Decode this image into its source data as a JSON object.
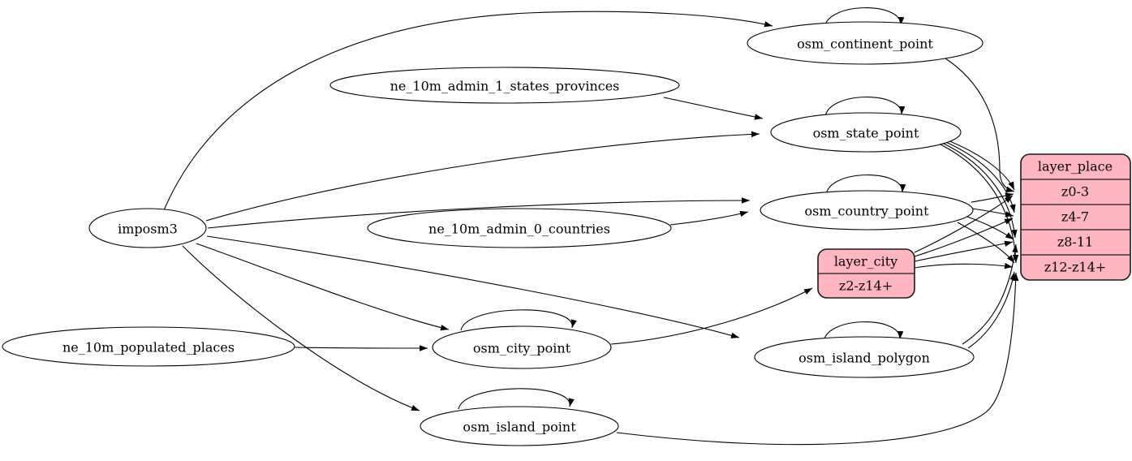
{
  "colors": {
    "background": "#ffffff",
    "node_fill": "#ffffff",
    "node_stroke": "#000000",
    "edge": "#000000",
    "record_fill": "#ffb6c1"
  },
  "nodes": {
    "imposm3": {
      "label": "imposm3"
    },
    "ne_10m_admin_1_states_provinces": {
      "label": "ne_10m_admin_1_states_provinces"
    },
    "ne_10m_admin_0_countries": {
      "label": "ne_10m_admin_0_countries"
    },
    "ne_10m_populated_places": {
      "label": "ne_10m_populated_places"
    },
    "osm_continent_point": {
      "label": "osm_continent_point"
    },
    "osm_state_point": {
      "label": "osm_state_point"
    },
    "osm_country_point": {
      "label": "osm_country_point"
    },
    "osm_city_point": {
      "label": "osm_city_point"
    },
    "osm_island_polygon": {
      "label": "osm_island_polygon"
    },
    "osm_island_point": {
      "label": "osm_island_point"
    }
  },
  "records": {
    "layer_city": {
      "title": "layer_city",
      "rows": [
        "z2-z14+"
      ]
    },
    "layer_place": {
      "title": "layer_place",
      "rows": [
        "z0-3",
        "z4-7",
        "z8-11",
        "z12-z14+"
      ]
    }
  },
  "edges": [
    {
      "from": "imposm3",
      "to": "osm_continent_point"
    },
    {
      "from": "imposm3",
      "to": "osm_state_point"
    },
    {
      "from": "imposm3",
      "to": "osm_country_point"
    },
    {
      "from": "imposm3",
      "to": "osm_city_point"
    },
    {
      "from": "imposm3",
      "to": "osm_island_polygon"
    },
    {
      "from": "imposm3",
      "to": "osm_island_point"
    },
    {
      "from": "ne_10m_admin_1_states_provinces",
      "to": "osm_state_point"
    },
    {
      "from": "ne_10m_admin_0_countries",
      "to": "osm_country_point"
    },
    {
      "from": "ne_10m_populated_places",
      "to": "osm_city_point"
    },
    {
      "from": "osm_continent_point",
      "to": "osm_continent_point",
      "type": "self-loop"
    },
    {
      "from": "osm_state_point",
      "to": "osm_state_point",
      "type": "self-loop"
    },
    {
      "from": "osm_country_point",
      "to": "osm_country_point",
      "type": "self-loop"
    },
    {
      "from": "osm_city_point",
      "to": "osm_city_point",
      "type": "self-loop"
    },
    {
      "from": "osm_island_polygon",
      "to": "osm_island_polygon",
      "type": "self-loop"
    },
    {
      "from": "osm_island_point",
      "to": "osm_island_point",
      "type": "self-loop"
    },
    {
      "from": "osm_continent_point",
      "to": "layer_place",
      "to_port": "z0-3"
    },
    {
      "from": "osm_state_point",
      "to": "layer_place",
      "to_port": "z0-3"
    },
    {
      "from": "osm_state_point",
      "to": "layer_place",
      "to_port": "z4-7"
    },
    {
      "from": "osm_state_point",
      "to": "layer_place",
      "to_port": "z8-11"
    },
    {
      "from": "osm_state_point",
      "to": "layer_place",
      "to_port": "z12-z14+"
    },
    {
      "from": "osm_country_point",
      "to": "layer_place",
      "to_port": "z0-3"
    },
    {
      "from": "osm_country_point",
      "to": "layer_place",
      "to_port": "z4-7"
    },
    {
      "from": "osm_country_point",
      "to": "layer_place",
      "to_port": "z8-11"
    },
    {
      "from": "osm_country_point",
      "to": "layer_place",
      "to_port": "z12-z14+"
    },
    {
      "from": "osm_city_point",
      "to": "layer_city",
      "to_port": "z2-z14+"
    },
    {
      "from": "layer_city",
      "to": "layer_place",
      "to_port": "z0-3"
    },
    {
      "from": "layer_city",
      "to": "layer_place",
      "to_port": "z4-7"
    },
    {
      "from": "layer_city",
      "to": "layer_place",
      "to_port": "z8-11"
    },
    {
      "from": "layer_city",
      "to": "layer_place",
      "to_port": "z12-z14+"
    },
    {
      "from": "osm_island_polygon",
      "to": "layer_place",
      "to_port": "z8-11"
    },
    {
      "from": "osm_island_polygon",
      "to": "layer_place",
      "to_port": "z12-z14+"
    },
    {
      "from": "osm_island_point",
      "to": "layer_place",
      "to_port": "z12-z14+"
    }
  ]
}
